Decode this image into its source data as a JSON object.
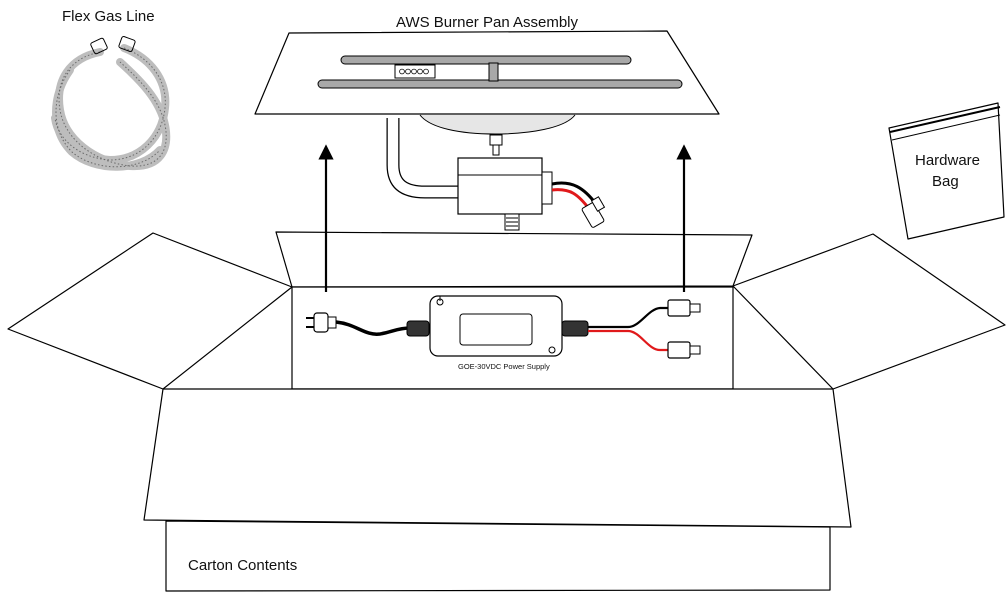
{
  "labels": {
    "flex_gas_line": "Flex Gas Line",
    "burner_pan": "AWS Burner Pan Assembly",
    "hardware_bag_line1": "Hardware",
    "hardware_bag_line2": "Bag",
    "power_supply": "GOE-30VDC Power Supply",
    "carton_contents": "Carton Contents"
  },
  "colors": {
    "line": "#000000",
    "burner_bar": "#a8a8a8",
    "burner_disc": "#e6e6e6",
    "wire_red": "#e0191b",
    "hose": "#c8c8c8"
  },
  "icons": {
    "arrows": "up-arrow-icon"
  }
}
